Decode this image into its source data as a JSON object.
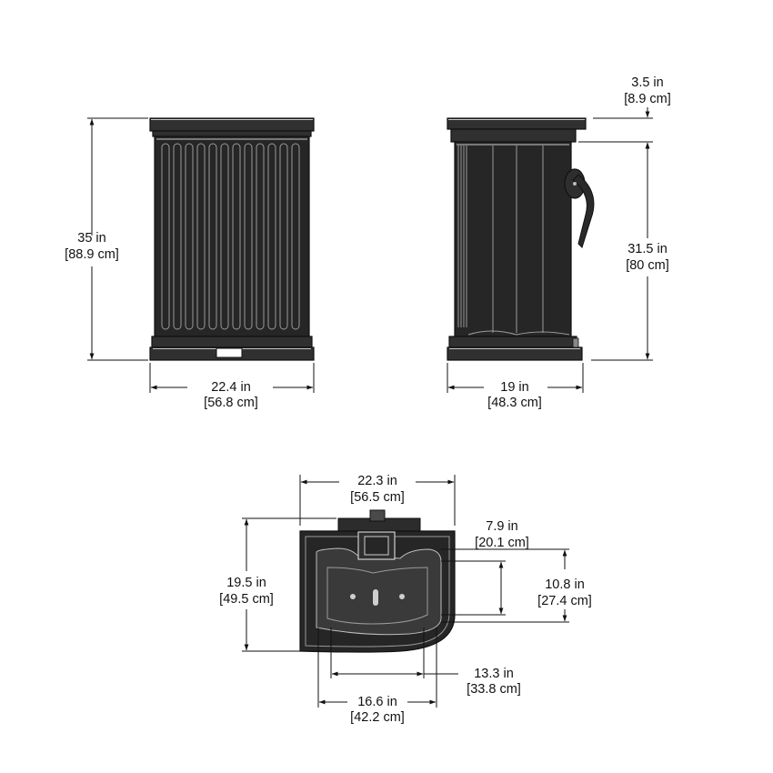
{
  "front_view": {
    "height": {
      "imperial": "35 in",
      "metric": "[88.9 cm]"
    },
    "width": {
      "imperial": "22.4 in",
      "metric": "[56.8 cm]"
    }
  },
  "side_view": {
    "lid_height": {
      "imperial": "3.5 in",
      "metric": "[8.9 cm]"
    },
    "body_height": {
      "imperial": "31.5 in",
      "metric": "[80 cm]"
    },
    "depth": {
      "imperial": "19 in",
      "metric": "[48.3 cm]"
    }
  },
  "top_view": {
    "overall_width": {
      "imperial": "22.3 in",
      "metric": "[56.5 cm]"
    },
    "depth": {
      "imperial": "19.5 in",
      "metric": "[49.5 cm]"
    },
    "basin_depth": {
      "imperial": "7.9 in",
      "metric": "[20.1 cm]"
    },
    "inner_depth": {
      "imperial": "10.8 in",
      "metric": "[27.4 cm]"
    },
    "inner_width": {
      "imperial": "13.3 in",
      "metric": "[33.8 cm]"
    },
    "basin_width": {
      "imperial": "16.6 in",
      "metric": "[42.2 cm]"
    }
  }
}
